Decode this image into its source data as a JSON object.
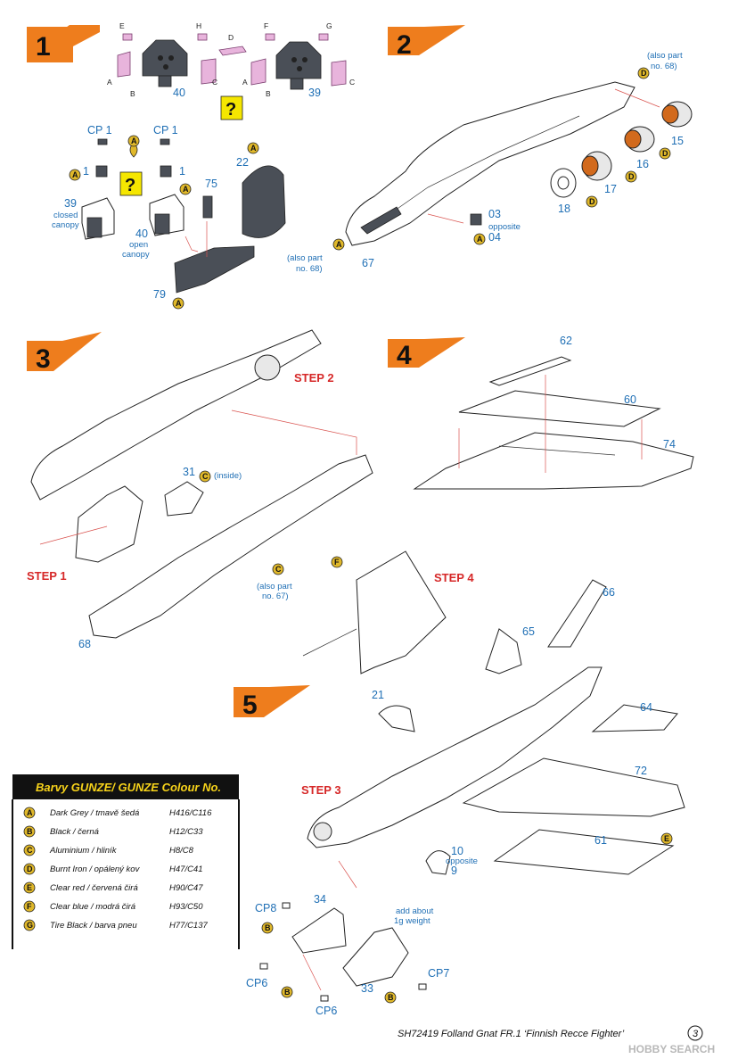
{
  "steps": {
    "s1": {
      "number": "1"
    },
    "s2": {
      "number": "2"
    },
    "s3": {
      "number": "3"
    },
    "s4": {
      "number": "4"
    },
    "s5": {
      "number": "5"
    }
  },
  "step_refs": {
    "step1": "STEP 1",
    "step2": "STEP 2",
    "step3": "STEP 3",
    "step4": "STEP 4"
  },
  "step1": {
    "letters": [
      "E",
      "H",
      "D",
      "F",
      "G",
      "A",
      "B",
      "C",
      "A",
      "B",
      "C"
    ],
    "part40": "40",
    "part39": "39",
    "cp1a": "CP 1",
    "cp1b": "CP 1",
    "p1a": "1",
    "p1b": "1",
    "p39": "39",
    "closed": "closed",
    "canopy1": "canopy",
    "p40": "40",
    "open": "open",
    "canopy2": "canopy",
    "p75": "75",
    "p22": "22",
    "p79": "79",
    "qmark": "?"
  },
  "step2": {
    "also68a": "(also part",
    "also68b": "no. 68)",
    "also68c": "(also part",
    "also68d": "no. 68)",
    "p15": "15",
    "p16": "16",
    "p17": "17",
    "p18": "18",
    "p03": "03",
    "opposite": "opposite",
    "p04": "04",
    "p67": "67"
  },
  "step3": {
    "p31": "31",
    "inside": "(inside)",
    "also67a": "(also part",
    "also67b": "no. 67)",
    "p68": "68"
  },
  "step4": {
    "p62": "62",
    "p60": "60",
    "p74": "74"
  },
  "step5": {
    "p66": "66",
    "p65": "65",
    "p64": "64",
    "p21": "21",
    "p72": "72",
    "p61": "61",
    "p10": "10",
    "opposite": "opposite",
    "p9": "9",
    "p34": "34",
    "cp8": "CP8",
    "addw1": "add about",
    "addw2": "1g weight",
    "cp7": "CP7",
    "cp6a": "CP6",
    "cp6b": "CP6",
    "p33": "33"
  },
  "legend": {
    "title": "Barvy GUNZE/ GUNZE Colour No.",
    "rows": [
      {
        "letter": "A",
        "name": "Dark Grey / tmavě šedá",
        "code": "H416/C116",
        "color": "#e0b82a"
      },
      {
        "letter": "B",
        "name": "Black / černá",
        "code": "H12/C33",
        "color": "#e0b82a"
      },
      {
        "letter": "C",
        "name": "Aluminium / hliník",
        "code": "H8/C8",
        "color": "#e0b82a"
      },
      {
        "letter": "D",
        "name": "Burnt Iron / opálený kov",
        "code": "H47/C41",
        "color": "#e0b82a"
      },
      {
        "letter": "E",
        "name": "Clear red / červená čirá",
        "code": "H90/C47",
        "color": "#e0b82a"
      },
      {
        "letter": "F",
        "name": "Clear blue / modrá čirá",
        "code": "H93/C50",
        "color": "#e0b82a"
      },
      {
        "letter": "G",
        "name": "Tire Black / barva pneu",
        "code": "H77/C137",
        "color": "#e0b82a"
      }
    ]
  },
  "footer": {
    "title": "SH72419  Folland Gnat FR.1 ‘Finnish Recce Fighter’",
    "page": "3",
    "watermark": "HOBBY SEARCH"
  },
  "colors": {
    "orange": "#ee7d1d",
    "label_blue": "#1f6fb5",
    "ref_red": "#d62828",
    "legend_black": "#111111",
    "legend_yellow": "#f7d31a",
    "badge_yellow": "#e0b82a"
  }
}
